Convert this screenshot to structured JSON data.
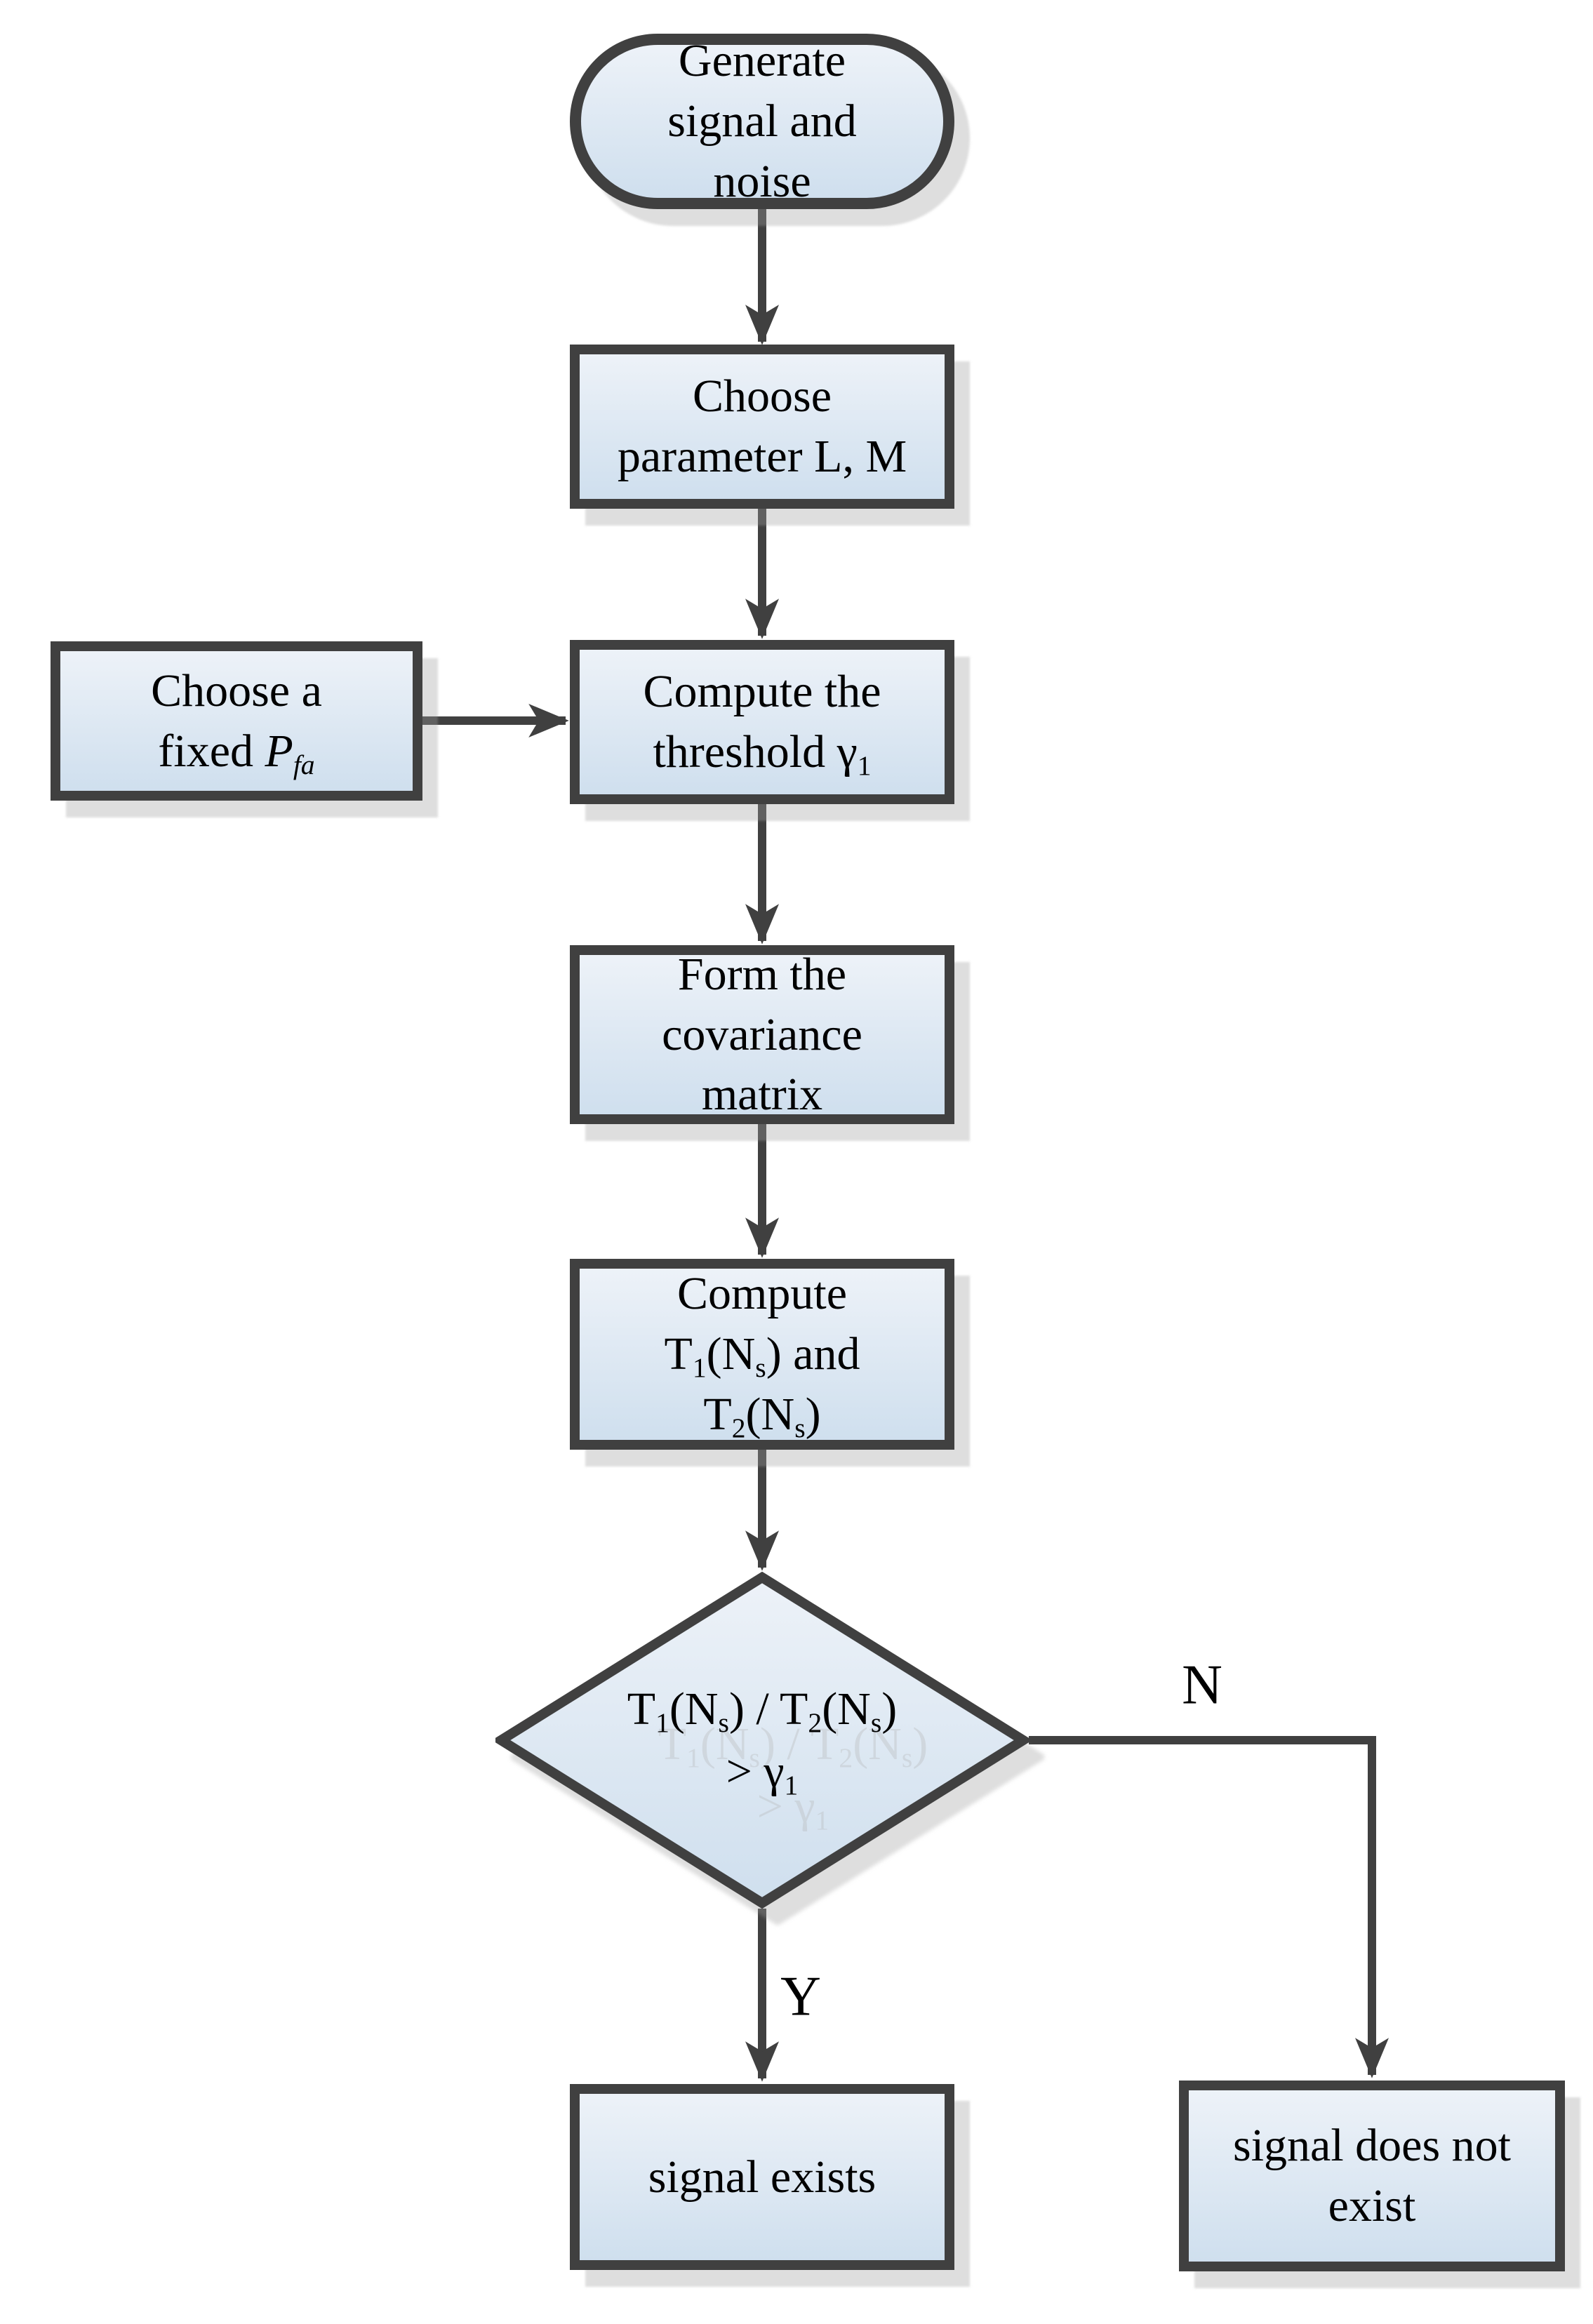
{
  "diagram": {
    "type": "flowchart",
    "background": "#ffffff",
    "colors": {
      "node_fill_top": "#edf2f8",
      "node_fill_bottom": "#cfdfee",
      "outline": "#404040",
      "shadow": "rgba(160,160,160,0.35)",
      "text": "#000000"
    },
    "nodes": {
      "start": {
        "shape": "terminator",
        "lines": [
          [
            {
              "t": "Generate"
            }
          ],
          [
            {
              "t": "signal and"
            }
          ],
          [
            {
              "t": "noise"
            }
          ]
        ]
      },
      "choose_param": {
        "shape": "process",
        "lines": [
          [
            {
              "t": "Choose"
            }
          ],
          [
            {
              "t": "parameter L, M"
            }
          ]
        ]
      },
      "choose_pfa": {
        "shape": "process",
        "lines": [
          [
            {
              "t": "Choose a"
            }
          ],
          [
            {
              "t": "fixed "
            },
            {
              "t": "P",
              "i": true
            },
            {
              "t": "fa",
              "sub": true,
              "i": true
            }
          ]
        ]
      },
      "compute_threshold": {
        "shape": "process",
        "lines": [
          [
            {
              "t": "Compute the"
            }
          ],
          [
            {
              "t": "threshold "
            },
            {
              "t": "γ"
            },
            {
              "t": "1",
              "sub": true
            }
          ]
        ]
      },
      "form_covariance": {
        "shape": "process",
        "lines": [
          [
            {
              "t": "Form the"
            }
          ],
          [
            {
              "t": "covariance"
            }
          ],
          [
            {
              "t": "matrix"
            }
          ]
        ]
      },
      "compute_statistics": {
        "shape": "process",
        "lines": [
          [
            {
              "t": "Compute"
            }
          ],
          [
            {
              "t": "T"
            },
            {
              "t": "1",
              "sub": true
            },
            {
              "t": "(N"
            },
            {
              "t": "s",
              "sub": true
            },
            {
              "t": ") and"
            }
          ],
          [
            {
              "t": "T"
            },
            {
              "t": "2",
              "sub": true
            },
            {
              "t": "(N"
            },
            {
              "t": "s",
              "sub": true
            },
            {
              "t": ")"
            }
          ]
        ]
      },
      "decision": {
        "shape": "decision",
        "lines": [
          [
            {
              "t": "T"
            },
            {
              "t": "1",
              "sub": true
            },
            {
              "t": "(N"
            },
            {
              "t": "s",
              "sub": true
            },
            {
              "t": ") / T"
            },
            {
              "t": "2",
              "sub": true
            },
            {
              "t": "(N"
            },
            {
              "t": "s",
              "sub": true
            },
            {
              "t": ")"
            }
          ],
          [
            {
              "t": "> "
            },
            {
              "t": "γ"
            },
            {
              "t": "1",
              "sub": true
            }
          ]
        ]
      },
      "signal_exists": {
        "shape": "process",
        "lines": [
          [
            {
              "t": "signal exists"
            }
          ]
        ]
      },
      "signal_not_exist": {
        "shape": "process",
        "lines": [
          [
            {
              "t": "signal does not"
            }
          ],
          [
            {
              "t": "exist"
            }
          ]
        ]
      }
    },
    "edge_labels": {
      "yes": "Y",
      "no": "N"
    }
  }
}
